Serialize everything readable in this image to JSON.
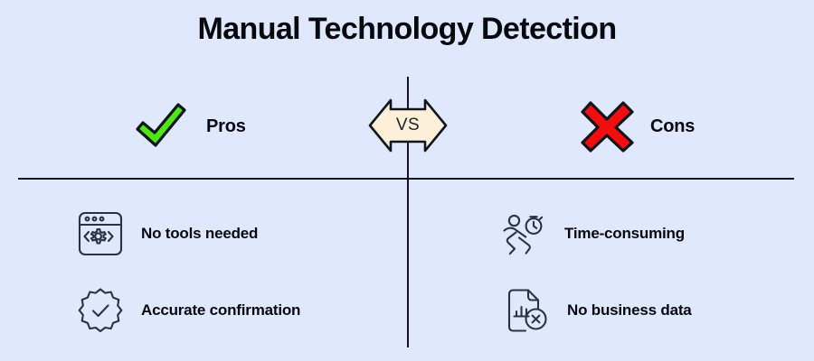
{
  "theme": {
    "background": "#dfe8fd",
    "ink": "#05080d",
    "line": "#10141c",
    "icon_stroke": "#2b3242",
    "pros_green": "#4ce812",
    "cons_red": "#f30d0d",
    "vs_fill": "#fdf0d9"
  },
  "title": "Manual Technology Detection",
  "center": {
    "badge_label": "VS",
    "badge_icon": "double-arrow-hexagon-icon"
  },
  "columns": {
    "pros": {
      "mark_icon": "green-check-icon",
      "heading": "Pros",
      "items": [
        {
          "icon": "browser-gear-code-icon",
          "label": "No tools needed"
        },
        {
          "icon": "verified-badge-check-icon",
          "label": "Accurate confirmation"
        }
      ]
    },
    "cons": {
      "mark_icon": "red-cross-icon",
      "heading": "Cons",
      "items": [
        {
          "icon": "running-person-stopwatch-icon",
          "label": "Time-consuming"
        },
        {
          "icon": "document-chart-x-icon",
          "label": "No business data"
        }
      ]
    }
  }
}
